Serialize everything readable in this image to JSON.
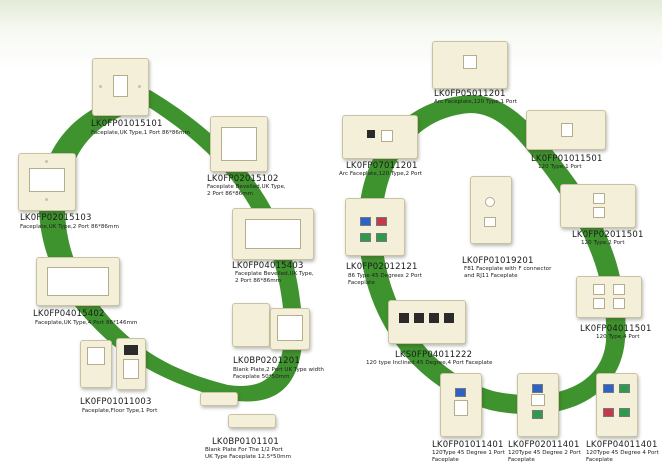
{
  "products": [
    {
      "code": "LK0FP01015101",
      "desc": [
        "Faceplate,UK Type,1 Port 86*86mm"
      ]
    },
    {
      "code": "LK0FP02015102",
      "desc": [
        "Faceplate Bevelled,UK Type,",
        "2 Port 86*86mm"
      ]
    },
    {
      "code": "LK0FP02015103",
      "desc": [
        "Faceplate,UK Type,2 Port 86*86mm"
      ]
    },
    {
      "code": "LK0FP04015403",
      "desc": [
        "Faceplate Bevelled,UK Type,",
        "2 Port 86*86mm"
      ]
    },
    {
      "code": "LK0FP04015402",
      "desc": [
        "Faceplate,UK Type,4 Port 86*146mm"
      ]
    },
    {
      "code": "LK0BP0201201",
      "desc": [
        "Blank Plate,2 Port UK Type width",
        "Faceplate 50*50mm"
      ]
    },
    {
      "code": "LK0FP01011003",
      "desc": [
        "Faceplate,Floor Type,1 Port"
      ]
    },
    {
      "code": "LK0BP0101101",
      "desc": [
        "Blank Plate For The 1/2 Port",
        "UK Type Faceplate 12.5*50mm"
      ]
    },
    {
      "code": "LK0FP05011201",
      "desc": [
        "Arc Faceplate,120 Type,1 Port"
      ]
    },
    {
      "code": "LK0FP07011201",
      "desc": [
        "Arc Faceplate,120 Type,2 Port"
      ]
    },
    {
      "code": "LK0FP01011501",
      "desc": [
        "120 Type,1 Port"
      ]
    },
    {
      "code": "LK0FP02012121",
      "desc": [
        "86 Type 45 Degrees 2 Port",
        "Faceplate"
      ]
    },
    {
      "code": "LK0FP01019201",
      "desc": [
        "F81 Faceplate with F connector",
        "and RJ11 Faceplate"
      ]
    },
    {
      "code": "LK0FP02011501",
      "desc": [
        "120 Type,2 Port"
      ]
    },
    {
      "code": "LK0FP04011501",
      "desc": [
        "120 Type,4 Port"
      ]
    },
    {
      "code": "LKS0FP04011222",
      "desc": [
        "120 type Inclined 45 Degree,4 Port Faceplate"
      ]
    },
    {
      "code": "LK0FP01011401",
      "desc": [
        "120Type 45 Degree 1 Port",
        "Faceplate"
      ]
    },
    {
      "code": "LK0FP02011401",
      "desc": [
        "120Type 45 Degree 2 Port",
        "Faceplate"
      ]
    },
    {
      "code": "LK0FP04011401",
      "desc": [
        "120Type 45 Degree 4 Port",
        "Faceplate"
      ]
    }
  ],
  "colors": {
    "swirl": "#2f8a1c",
    "plate": "#f3efd9",
    "jack_blue": "#2d63c8",
    "jack_red": "#c43a4a",
    "jack_green": "#2e9a4e"
  }
}
